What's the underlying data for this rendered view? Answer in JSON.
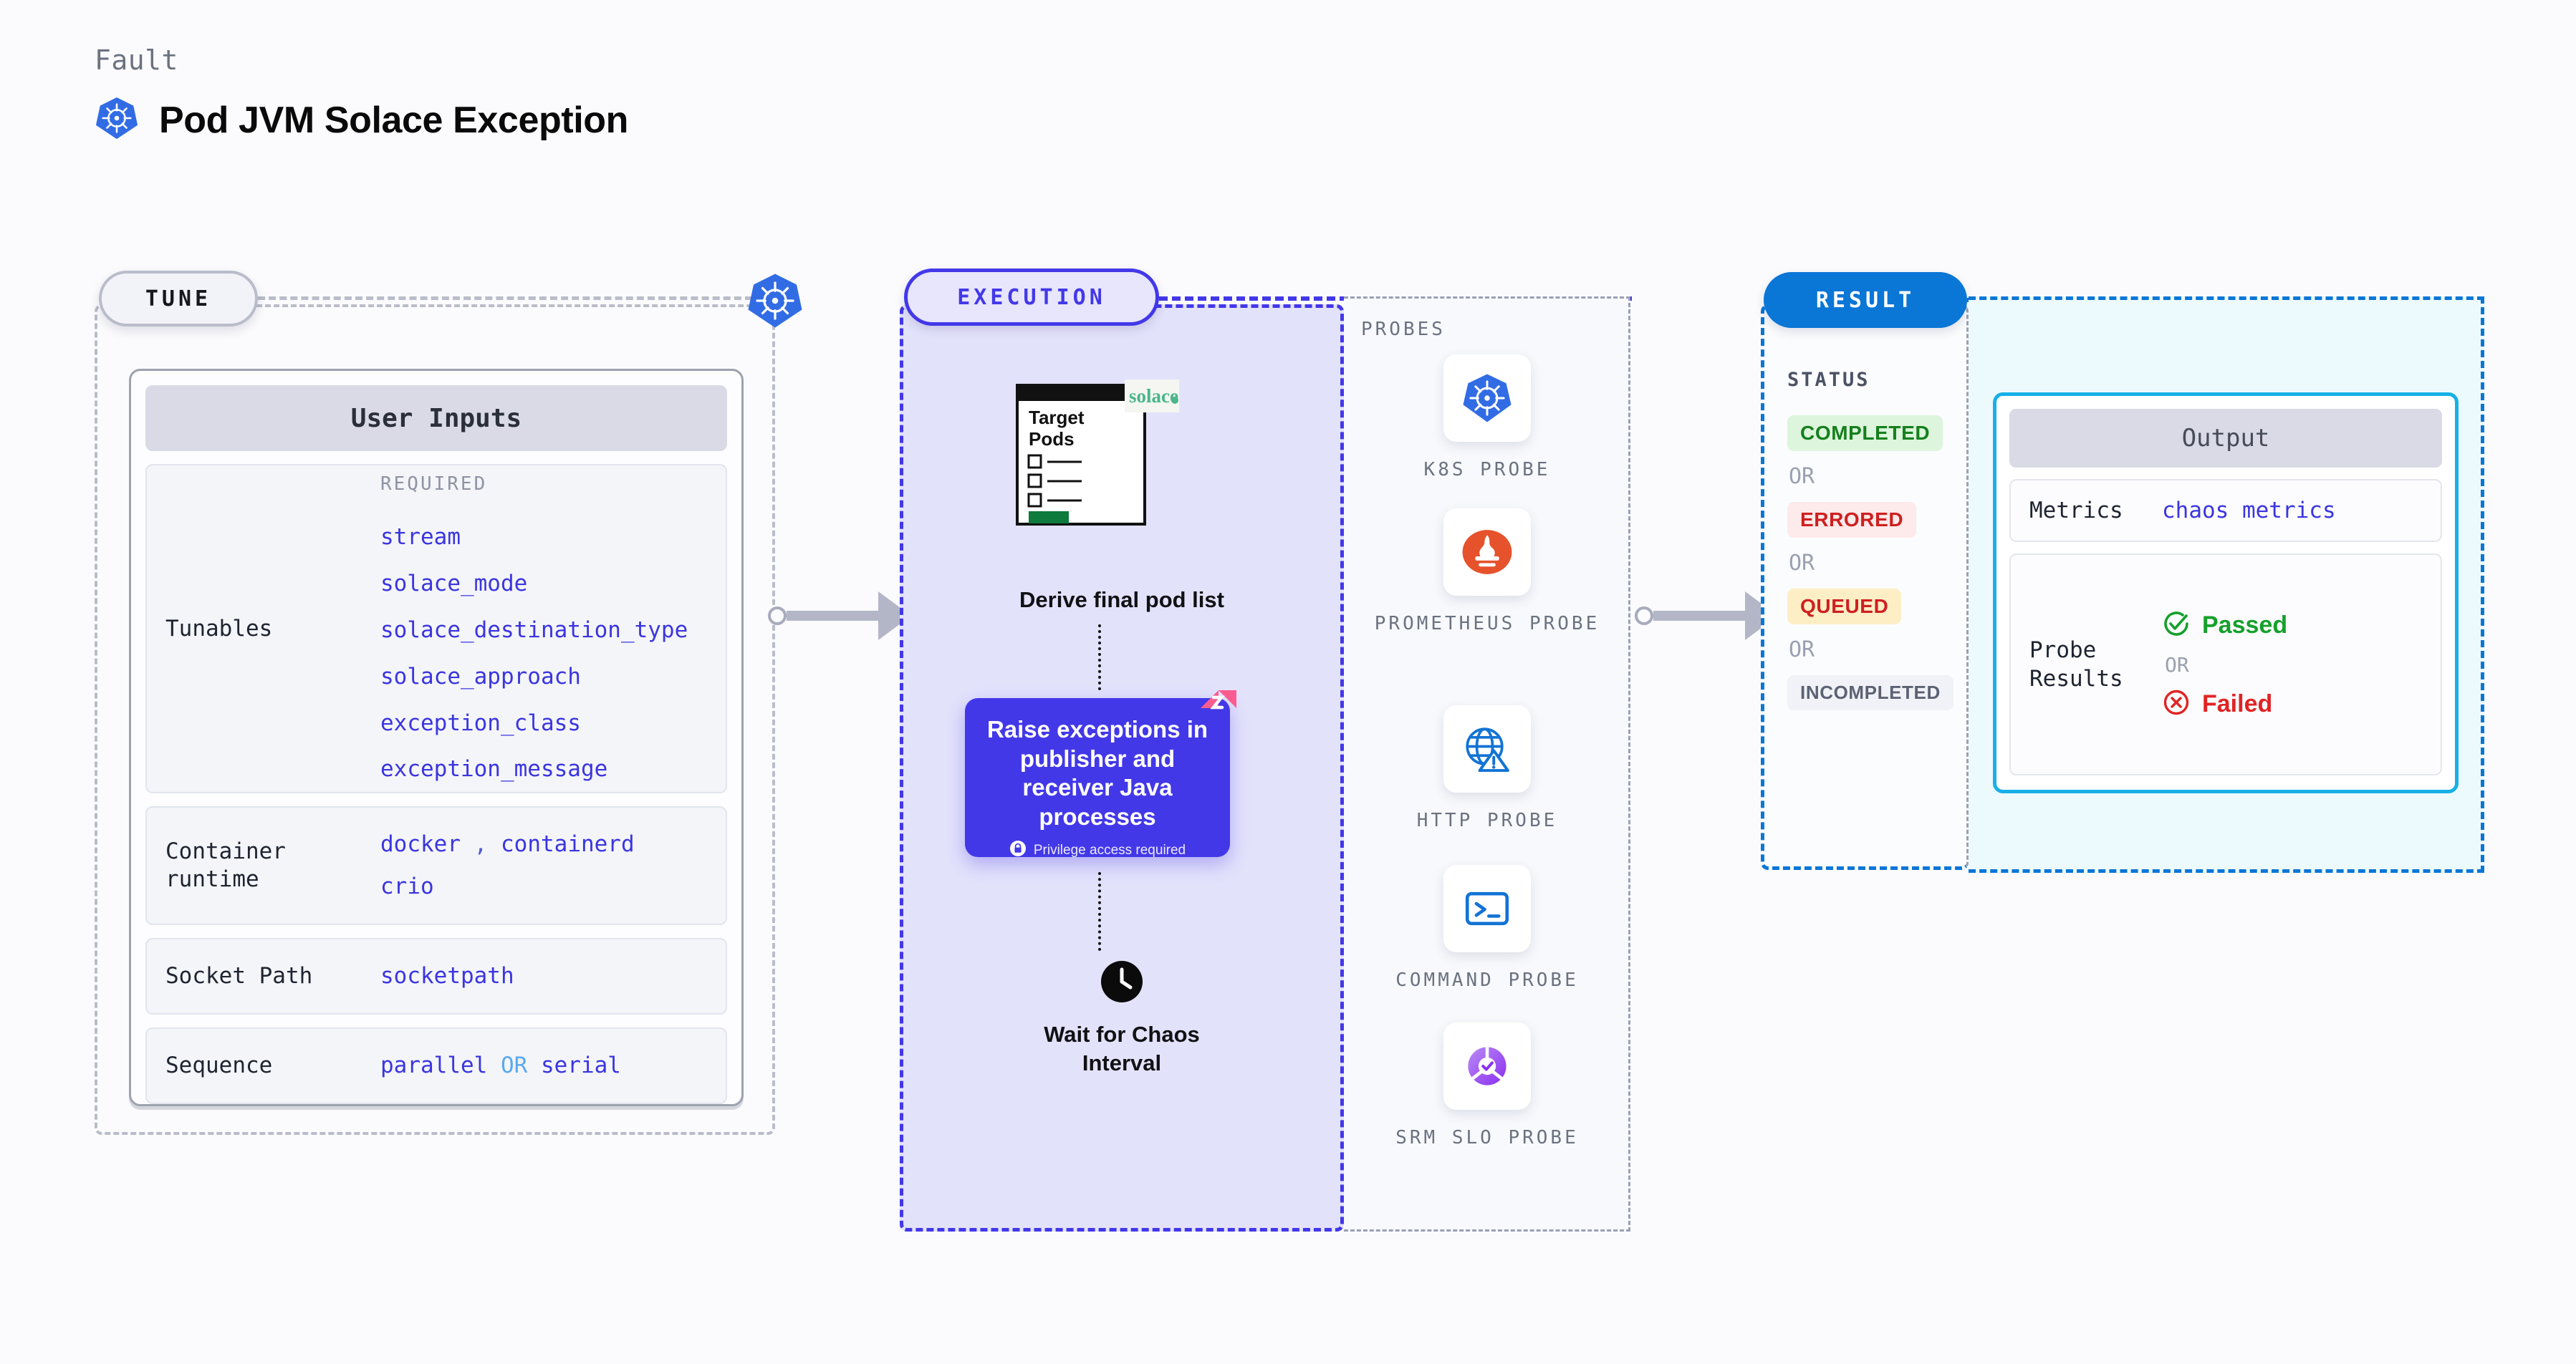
{
  "header": {
    "kicker": "Fault",
    "title": "Pod JVM Solace Exception",
    "icon": "kubernetes-icon"
  },
  "tune": {
    "chip_label": "TUNE",
    "card_title": "User Inputs",
    "required_label": "REQUIRED",
    "rows": [
      {
        "label": "Tunables",
        "values": [
          "stream",
          "solace_mode",
          "solace_destination_type",
          "solace_approach",
          "exception_class",
          "exception_message"
        ]
      },
      {
        "label": "Container runtime",
        "values": [
          "docker",
          "containerd",
          "crio"
        ],
        "separator": ","
      },
      {
        "label": "Socket Path",
        "values": [
          "socketpath"
        ]
      },
      {
        "label": "Sequence",
        "values": [
          "parallel",
          "serial"
        ],
        "keyword": "OR"
      }
    ]
  },
  "execution": {
    "chip_label": "EXECUTION",
    "target_pods_title_line1": "Target",
    "target_pods_title_line2": "Pods",
    "solace_logo_text": "solace",
    "derive_label": "Derive final pod list",
    "action_box": {
      "text": "Raise exceptions in publisher and receiver Java processes",
      "privilege_note": "Privilege access required",
      "lock_icon": "lock-icon",
      "corner_icon": "litmus-chaos-icon",
      "color": "#4338e8"
    },
    "wait_node": {
      "label_line1": "Wait for Chaos",
      "label_line2": "Interval",
      "icon": "clock-icon"
    }
  },
  "probes": {
    "section_label": "PROBES",
    "items": [
      {
        "name": "K8S PROBE",
        "icon": "kubernetes-icon"
      },
      {
        "name": "PROMETHEUS PROBE",
        "icon": "prometheus-icon"
      },
      {
        "name": "HTTP PROBE",
        "icon": "globe-warning-icon"
      },
      {
        "name": "COMMAND PROBE",
        "icon": "terminal-icon"
      },
      {
        "name": "SRM SLO PROBE",
        "icon": "srm-slo-icon"
      }
    ]
  },
  "result": {
    "chip_label": "RESULT",
    "status_label": "STATUS",
    "or_label": "OR",
    "statuses": [
      {
        "label": "COMPLETED",
        "color": "#167f1d",
        "bg": "#dcf5dc"
      },
      {
        "label": "ERRORED",
        "color": "#cf1f1f",
        "bg": "#fdeaea"
      },
      {
        "label": "QUEUED",
        "color": "#cf1f1f",
        "bg": "#fdeec6"
      },
      {
        "label": "INCOMPLETED",
        "color": "#5c6274",
        "bg": "#f1f2f7"
      }
    ]
  },
  "output": {
    "card_title": "Output",
    "metrics_label": "Metrics",
    "metrics_value": "chaos metrics",
    "probe_results_label": "Probe Results",
    "passed_label": "Passed",
    "failed_label": "Failed",
    "or_label": "OR",
    "passed_icon": "check-circle-icon",
    "failed_icon": "x-circle-icon"
  },
  "colors": {
    "accent_blue": "#0a76d6",
    "accent_purple": "#4338e8",
    "k8s_blue": "#326ce5",
    "solace_green": "#4bb58b",
    "gray_border": "#b9bcc9"
  }
}
